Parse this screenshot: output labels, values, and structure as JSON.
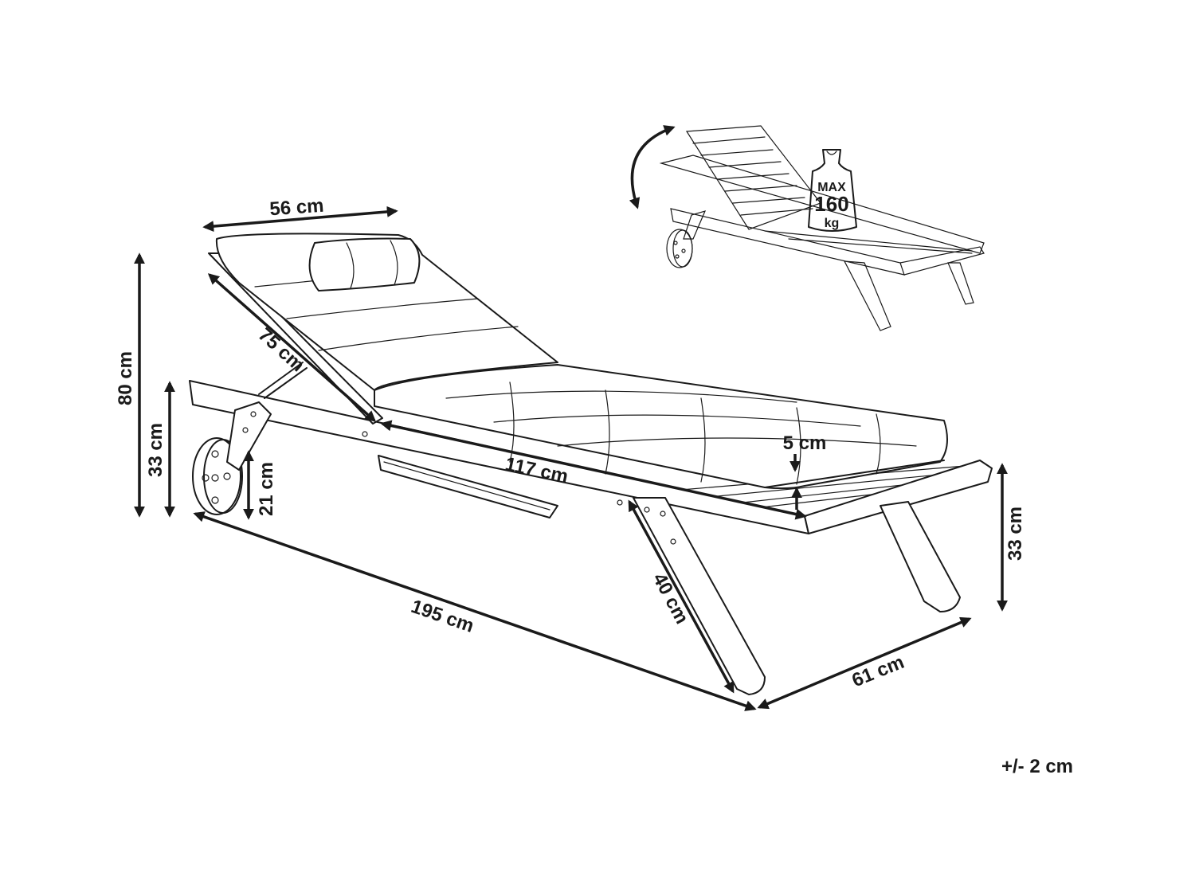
{
  "dimensions": {
    "width_top": "56 cm",
    "backrest_length": "75 cm",
    "total_height": "80 cm",
    "frame_height": "33 cm",
    "wheel_height": "21 cm",
    "cushion_thickness": "5 cm",
    "cushion_length": "117 cm",
    "total_length": "195 cm",
    "leg_length": "40 cm",
    "total_width": "61 cm",
    "rear_height": "33 cm"
  },
  "load_badge": {
    "max": "MAX",
    "value": "160",
    "unit": "kg"
  },
  "tolerance": "+/- 2 cm"
}
